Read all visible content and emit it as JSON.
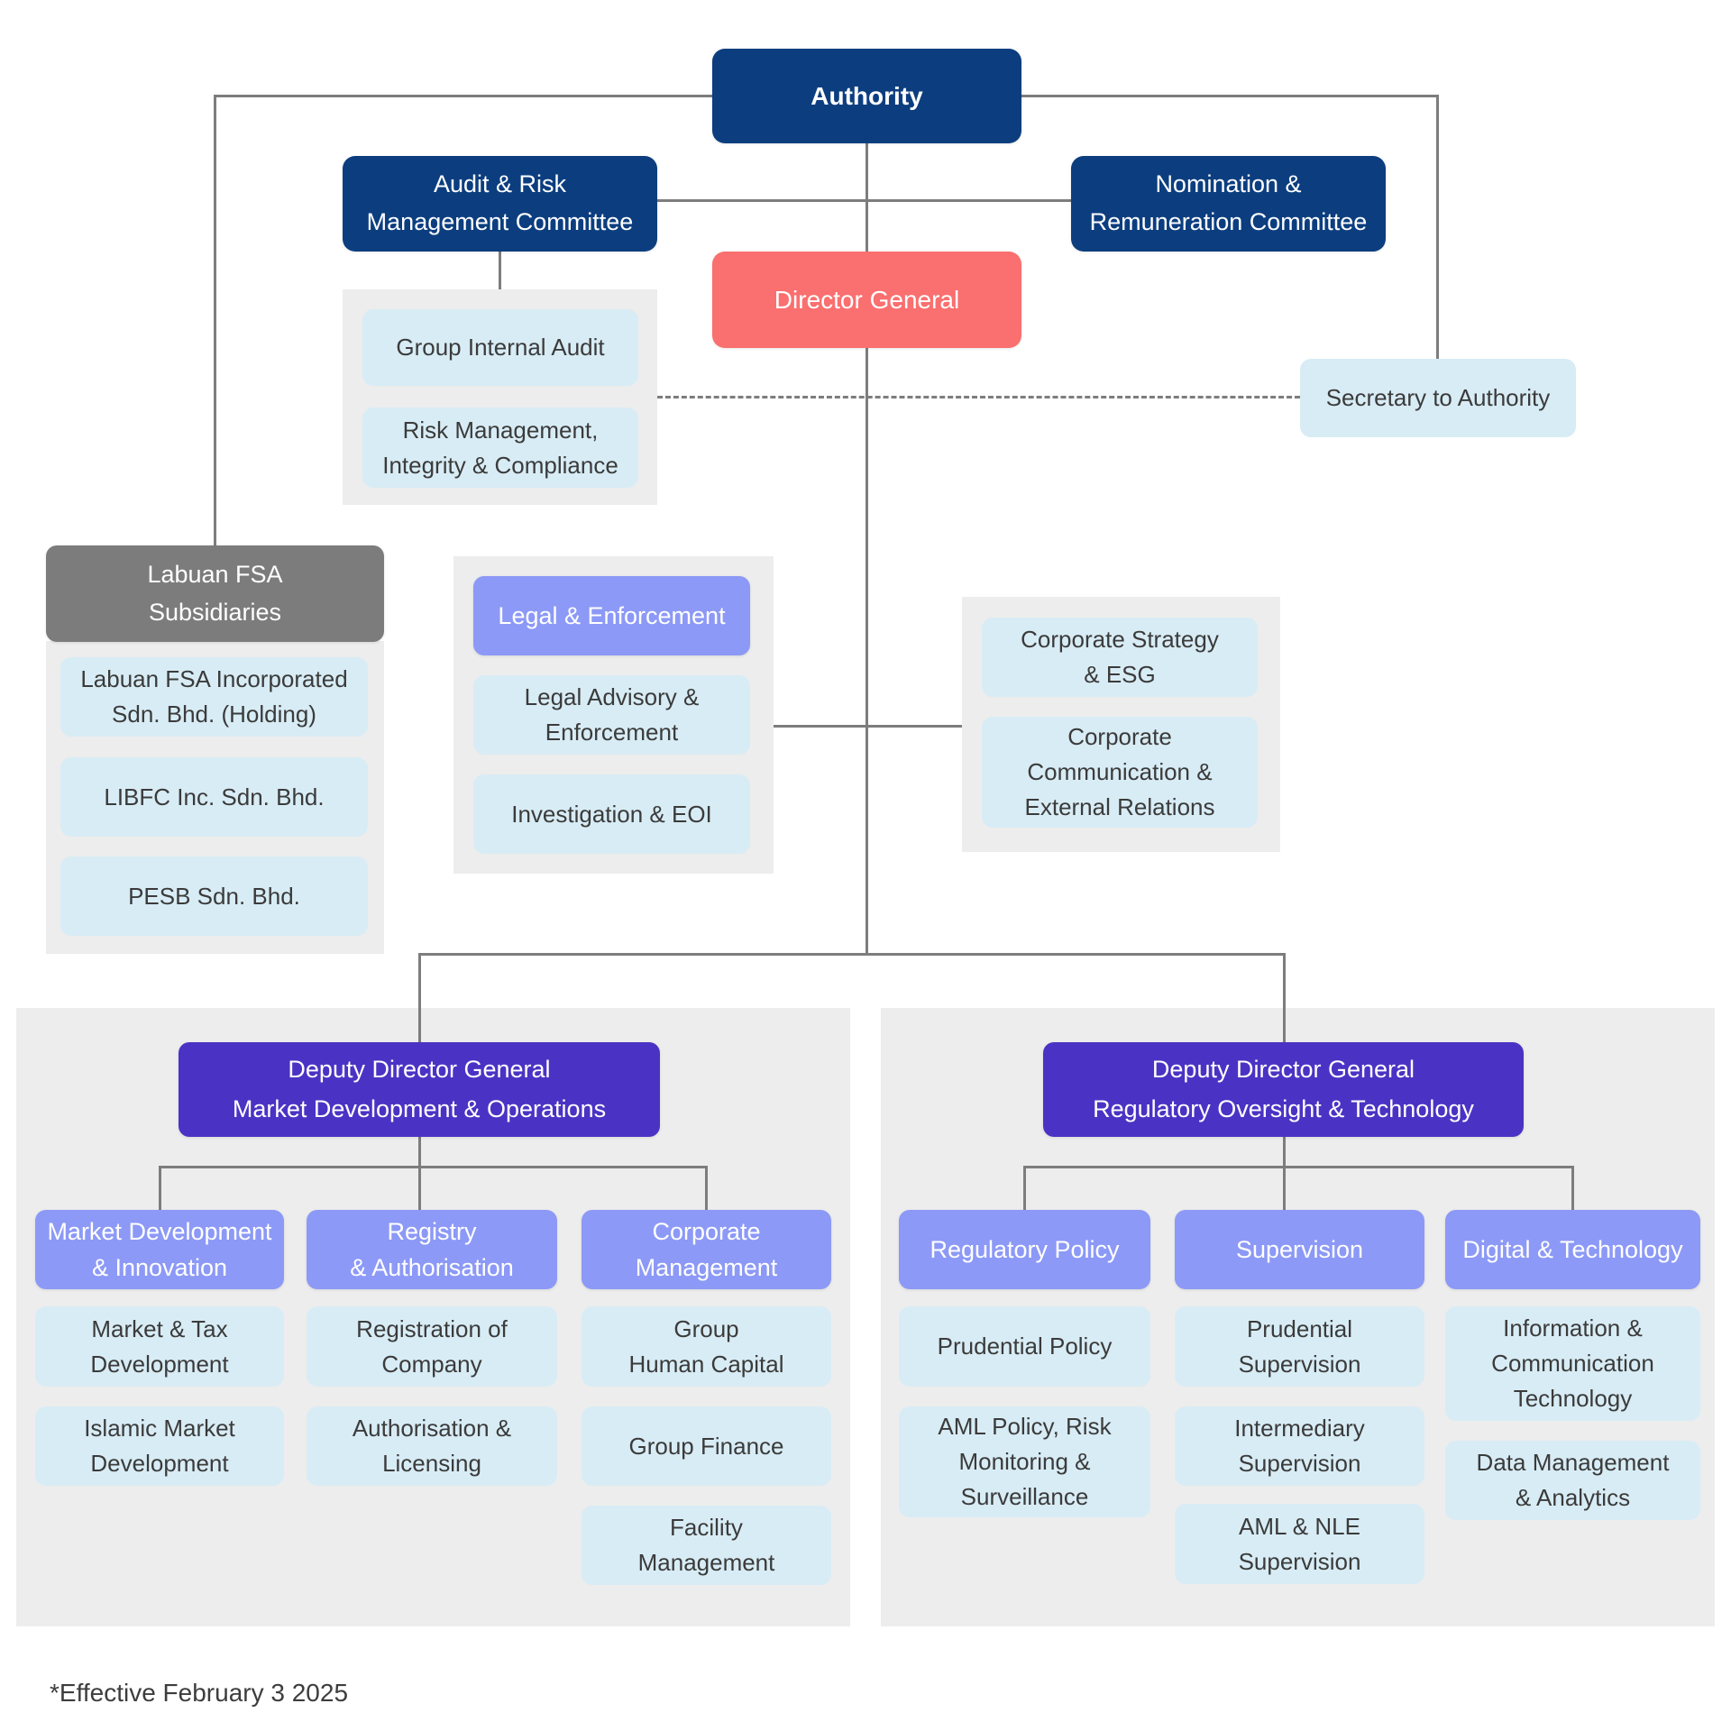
{
  "colors": {
    "navy": "#0C3E7F",
    "coral": "#FA6F6F",
    "periwinkle": "#8C99F6",
    "deep_purple": "#4A33C4",
    "light_blue": "#D8ECF5",
    "gray_header": "#7C7C7C",
    "panel_gray": "#EDEDED",
    "line_gray": "#7D7D7D",
    "text_dark": "#3B3B3B"
  },
  "nodes": {
    "authority": "Authority",
    "audit_committee": "Audit & Risk\nManagement Committee",
    "nomination_committee": "Nomination &\nRemuneration Committee",
    "director_general": "Director General",
    "group_internal_audit": "Group Internal Audit",
    "risk_management": "Risk Management,\nIntegrity & Compliance",
    "secretary": "Secretary to Authority",
    "subsidiaries_header": "Labuan FSA\nSubsidiaries",
    "subsidiary_holding": "Labuan FSA Incorporated\nSdn. Bhd. (Holding)",
    "subsidiary_libfc": "LIBFC Inc. Sdn. Bhd.",
    "subsidiary_pesb": "PESB Sdn. Bhd.",
    "legal_enforcement": "Legal & Enforcement",
    "legal_advisory": "Legal Advisory &\nEnforcement",
    "investigation": "Investigation & EOI",
    "corporate_strategy": "Corporate Strategy\n& ESG",
    "corporate_communication": "Corporate\nCommunication &\nExternal Relations",
    "ddg_market": "Deputy Director General\nMarket Development & Operations",
    "ddg_regulatory": "Deputy Director General\nRegulatory Oversight & Technology",
    "market_dev_innovation": "Market Development\n& Innovation",
    "registry_authorisation": "Registry\n& Authorisation",
    "corporate_management": "Corporate\nManagement",
    "market_tax": "Market & Tax\nDevelopment",
    "islamic_market": "Islamic Market\nDevelopment",
    "registration_company": "Registration of\nCompany",
    "authorisation_licensing": "Authorisation &\nLicensing",
    "group_human_capital": "Group\nHuman Capital",
    "group_finance": "Group Finance",
    "facility_management": "Facility\nManagement",
    "regulatory_policy": "Regulatory Policy",
    "supervision": "Supervision",
    "digital_technology": "Digital & Technology",
    "prudential_policy": "Prudential Policy",
    "aml_policy": "AML Policy, Risk\nMonitoring &\nSurveillance",
    "prudential_supervision": "Prudential\nSupervision",
    "intermediary_supervision": "Intermediary\nSupervision",
    "aml_nle_supervision": "AML & NLE\nSupervision",
    "ict": "Information &\nCommunication\nTechnology",
    "data_management": "Data Management\n& Analytics"
  },
  "footnote": "*Effective February 3 2025"
}
